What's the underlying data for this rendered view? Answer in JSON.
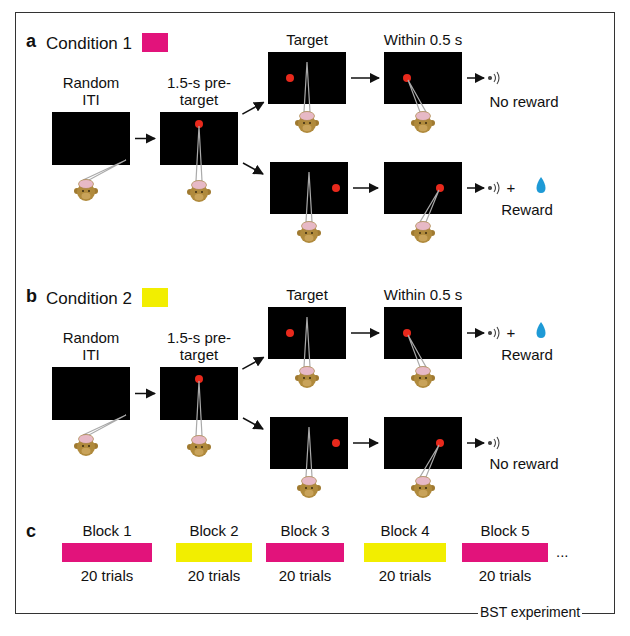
{
  "diagram": {
    "nodes": [
      {
        "text": [
          "Random ITI"
        ]
      },
      {
        "text": [
          "1.5-s pre-target"
        ]
      },
      {
        "text": [
          "Target"
        ]
      },
      {
        "text": [
          "Within 0.5 s"
        ]
      },
      {
        "text": [
          "Random ITI"
        ]
      },
      {
        "text": [
          "1.5-s pre-target"
        ]
      },
      {
        "text": [
          "Target"
        ]
      },
      {
        "text": [
          "Within 0.5 s"
        ]
      },
      {
        "text": [
          "Block 1",
          "20 trials"
        ]
      },
      {
        "text": [
          "Block 2",
          "20 trials"
        ]
      },
      {
        "text": [
          "Block 3",
          "20 trials"
        ]
      },
      {
        "text": [
          "Block 4",
          "20 trials"
        ]
      },
      {
        "text": [
          "Block 5",
          "20 trials"
        ]
      }
    ],
    "edges": [
      {
        "from": 0,
        "to": 1,
        "arrow": "to"
      },
      {
        "from": 1,
        "to": 2,
        "arrow": "to"
      },
      {
        "from": 2,
        "to": 3,
        "arrow": "to"
      },
      {
        "from": 4,
        "to": 5,
        "arrow": "to"
      },
      {
        "from": 5,
        "to": 6,
        "arrow": "to"
      },
      {
        "from": 6,
        "to": 7,
        "arrow": "to"
      }
    ],
    "labels": [
      "a",
      "No reward",
      "+",
      "Reward",
      "b",
      "+",
      "Reward",
      "No reward",
      "c",
      "...",
      "BST experiment"
    ],
    "legend": [
      {
        "text": "Condition 1",
        "color": "#e2137b"
      },
      {
        "text": "Condition 2",
        "color": "#f2ee00"
      }
    ]
  }
}
